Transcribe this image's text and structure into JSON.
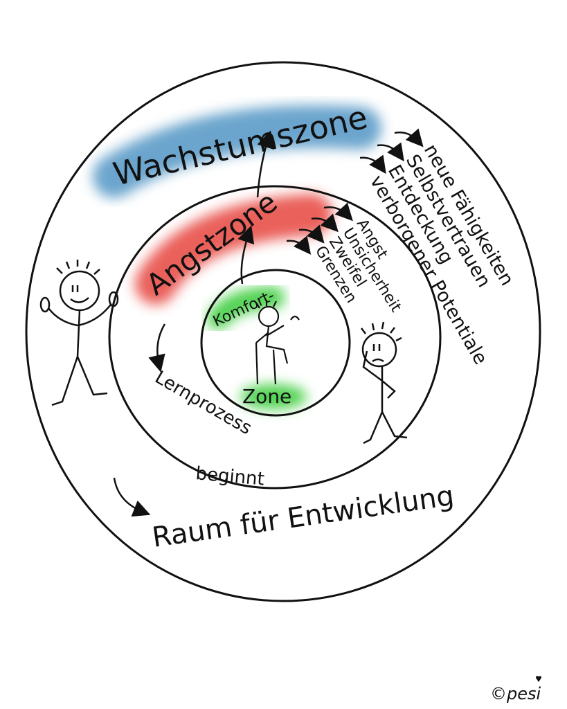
{
  "zones": {
    "growth": {
      "label": "Wachstumszone",
      "color": "#5b9bc8"
    },
    "fear": {
      "label": "Angstzone",
      "color": "#e8504a"
    },
    "comfort": {
      "label_top": "Komfort-",
      "label_bottom": "Zone",
      "color": "#4fd24f"
    }
  },
  "growth_items": [
    "neue Fähigkeiten",
    "Selbstvertrauen",
    "Entdeckung",
    "verborgener Potentiale"
  ],
  "fear_items": [
    "Angst",
    "Unsicherheit",
    "Zweifel",
    "Grenzen"
  ],
  "learning": {
    "line1": "Lernprozess",
    "line2": "beginnt"
  },
  "outer_caption": "Raum für Entwicklung",
  "signature": "©pesi"
}
